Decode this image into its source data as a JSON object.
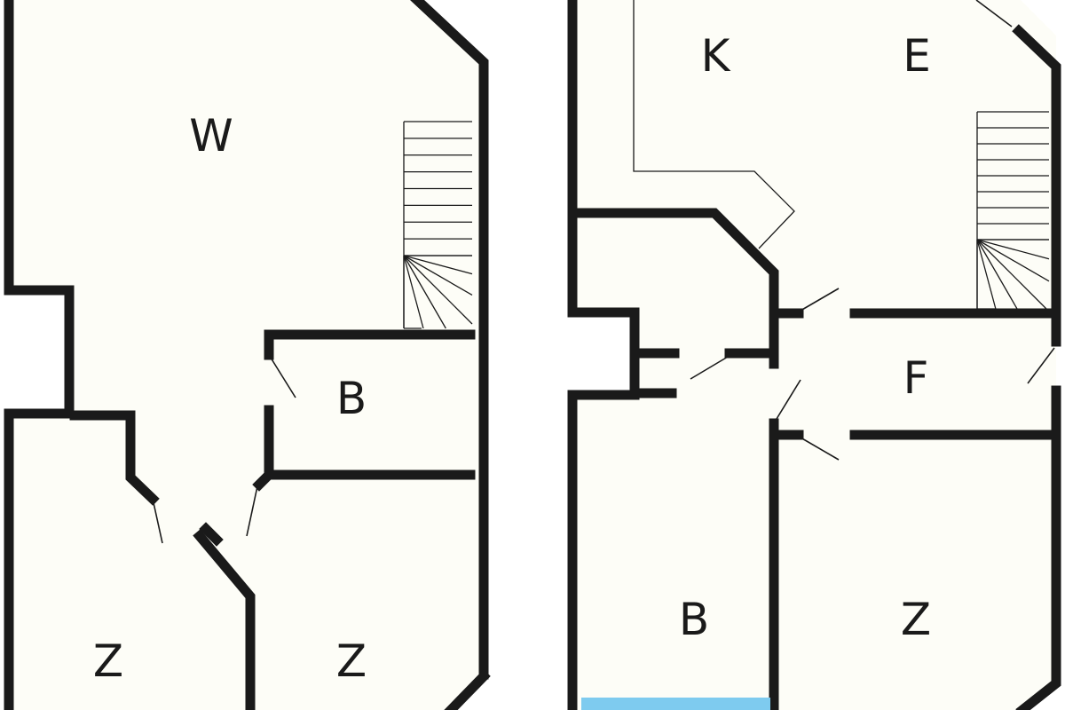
{
  "left_plan": {
    "rooms": [
      {
        "id": "living",
        "label": "W"
      },
      {
        "id": "bath",
        "label": "B"
      },
      {
        "id": "bed1",
        "label": "Z"
      },
      {
        "id": "bed2",
        "label": "Z"
      }
    ]
  },
  "right_plan": {
    "rooms": [
      {
        "id": "kitchen",
        "label": "K"
      },
      {
        "id": "dining",
        "label": "E"
      },
      {
        "id": "hall",
        "label": "F"
      },
      {
        "id": "bath",
        "label": "B"
      },
      {
        "id": "bed",
        "label": "Z"
      }
    ]
  },
  "colors": {
    "floor": "#fdfdf7",
    "wall": "#1a1a1a",
    "window": "#7ecbef"
  }
}
